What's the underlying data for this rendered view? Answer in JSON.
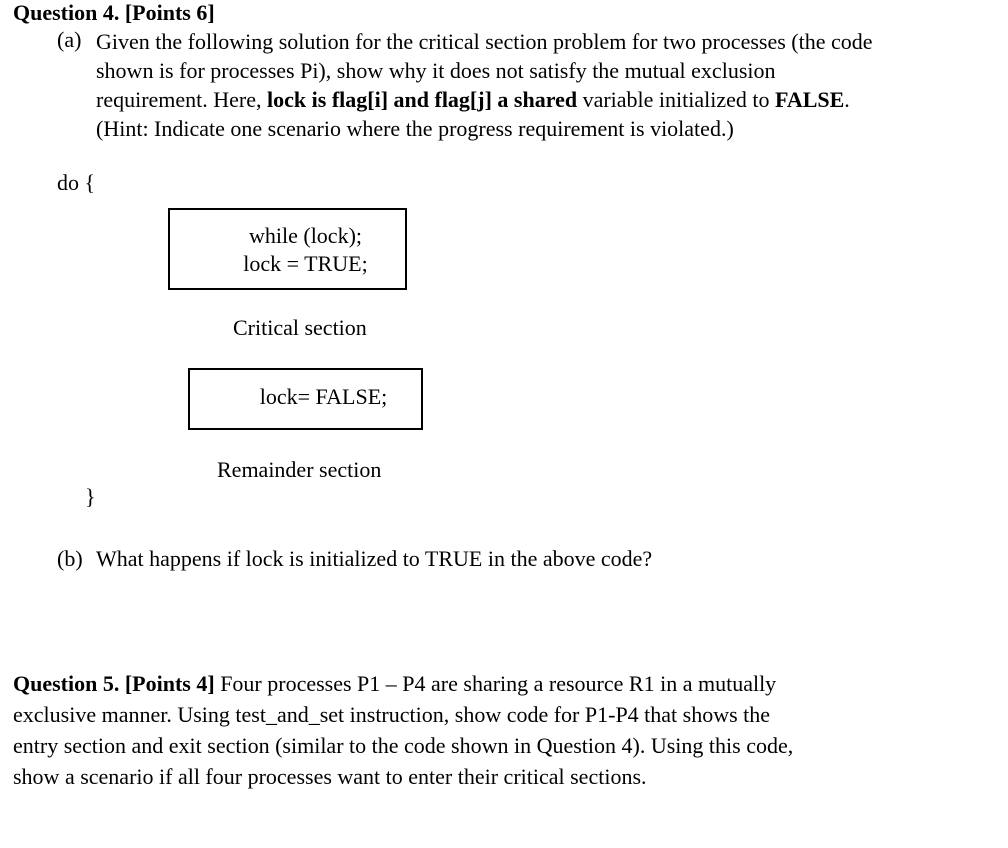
{
  "page": {
    "background_color": "#ffffff",
    "text_color": "#000000",
    "box_border_color": "#000000"
  },
  "question4": {
    "heading": "Question 4. [Points 6]",
    "part_a": {
      "marker": "(a)",
      "line1": "Given the following solution for the critical section problem for two processes (the code",
      "line2": "shown is for processes Pi), show why it does not satisfy the mutual exclusion",
      "line3": {
        "seg1": "requirement. Here, ",
        "seg2_bold": "lock is flag[i] and flag[j] a shared",
        "seg3": " variable initialized to ",
        "seg4_bold": "FALSE",
        "seg5": "."
      },
      "line4": "(Hint: Indicate one scenario where the progress requirement is violated.)"
    },
    "code": {
      "do_open": "do {",
      "entry_box": {
        "line1": "while (lock);",
        "line2": "lock = TRUE;"
      },
      "critical_label": "Critical section",
      "exit_box": {
        "line1": "lock= FALSE;"
      },
      "remainder_label": "Remainder section",
      "do_close": "}"
    },
    "part_b": {
      "marker": "(b)",
      "text": "What happens if lock is initialized to TRUE in the above code?"
    }
  },
  "question5": {
    "heading_bold": "Question 5. [Points 4]",
    "line1_rest": " Four processes P1 – P4 are sharing a resource R1 in a mutually",
    "line2": "exclusive manner. Using test_and_set instruction, show code for P1-P4 that shows the",
    "line3": "entry section and exit section (similar to the code shown in Question 4). Using this code,",
    "line4": "show a scenario if all four processes want to enter their critical sections."
  }
}
